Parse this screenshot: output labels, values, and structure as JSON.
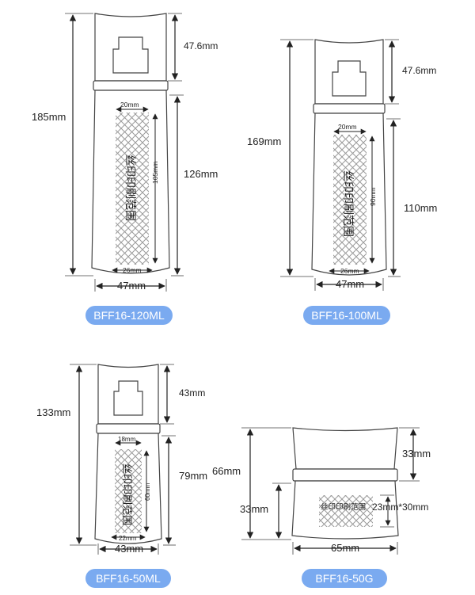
{
  "products": [
    {
      "model": "BFF16-120ML",
      "height_total": "185mm",
      "cap_height": "47.6mm",
      "body_height": "126mm",
      "width": "47mm",
      "print_width_top": "20mm",
      "print_height": "105mm",
      "print_width_bottom": "26mm",
      "print_area_label": "丝印印刷范围"
    },
    {
      "model": "BFF16-100ML",
      "height_total": "169mm",
      "cap_height": "47.6mm",
      "body_height": "110mm",
      "width": "47mm",
      "print_width_top": "20mm",
      "print_height": "90mm",
      "print_width_bottom": "26mm",
      "print_area_label": "丝印印刷范围"
    },
    {
      "model": "BFF16-50ML",
      "height_total": "133mm",
      "cap_height": "43mm",
      "body_height": "79mm",
      "width": "43mm",
      "print_width_top": "18mm",
      "print_height": "60mm",
      "print_width_bottom": "22mm",
      "print_area_label": "丝印印刷范围"
    },
    {
      "model": "BFF16-50G",
      "height_total": "66mm",
      "cap_height": "33mm",
      "body_height": "33mm",
      "width": "65mm",
      "print_size": "23mm*30mm",
      "print_area_label": "丝印印刷范围"
    }
  ],
  "colors": {
    "pill": "#7aaaf0",
    "outline": "#444444",
    "hatch": "#9a9a9a"
  }
}
